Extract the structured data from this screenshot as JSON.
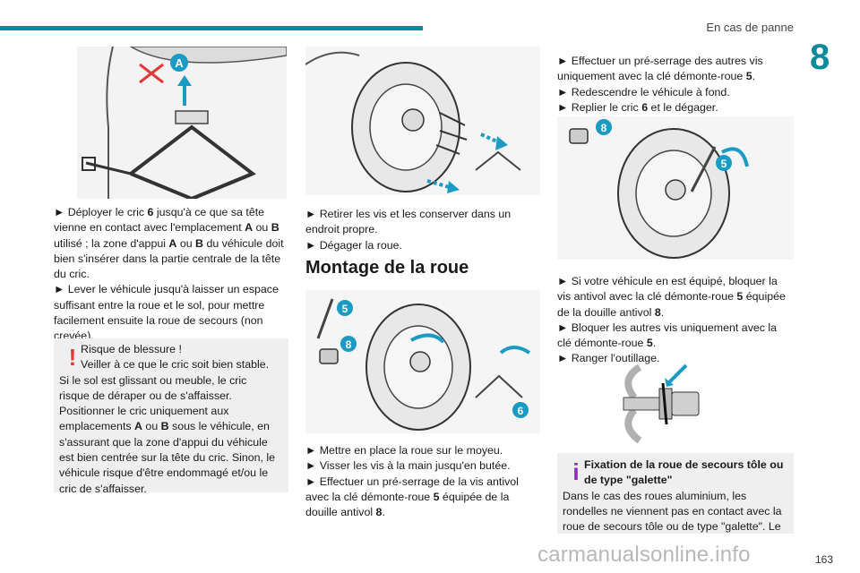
{
  "header": {
    "section": "En cas de panne",
    "chapter": "8"
  },
  "col1": {
    "paragraphs": [
      "► Déployer le cric |6| jusqu'à ce que sa tête vienne en contact avec l'emplacement |A| ou |B| utilisé ; la zone d'appui |A| ou |B| du véhicule doit bien s'insérer dans la partie centrale de la tête du cric.",
      "► Lever le véhicule jusqu'à laisser un espace suffisant entre la roue et le sol, pour mettre facilement ensuite la roue de secours (non crevée)."
    ],
    "warning": {
      "title": "Risque de blessure !",
      "text": "Veiller à ce que le cric soit bien stable. Si le sol est glissant ou meuble, le cric risque de déraper ou de s'affaisser.",
      "text2": "Positionner le cric uniquement aux emplacements |A| ou |B| sous le véhicule, en s'assurant que la zone d'appui du véhicule est bien centrée sur la tête du cric. Sinon, le véhicule risque d'être endommagé et/ou le cric de s'affaisser."
    }
  },
  "col2": {
    "paragraphs": [
      "► Retirer les vis et les conserver dans un endroit propre.",
      "► Dégager la roue."
    ],
    "section_title": "Montage de la roue",
    "paragraphs2": [
      "► Mettre en place la roue sur le moyeu.",
      "► Visser les vis à la main jusqu'en butée.",
      "► Effectuer un pré-serrage de la vis antivol avec la clé démonte-roue |5| équipée de la douille antivol |8|."
    ]
  },
  "col3": {
    "paragraphs": [
      "► Effectuer un pré-serrage des autres vis uniquement avec la clé démonte-roue |5|.",
      "► Redescendre le véhicule à fond.",
      "► Replier le cric |6| et le dégager."
    ],
    "paragraphs2": [
      "► Si votre véhicule en est équipé, bloquer la vis antivol avec la clé démonte-roue |5| équipée de la douille antivol |8|.",
      "► Bloquer les autres vis uniquement avec la clé démonte-roue |5|.",
      "► Ranger l'outillage."
    ],
    "info": {
      "title": "Fixation de la roue de secours tôle ou de type \"galette\"",
      "text": "Dans le cas des roues aluminium, les rondelles ne viennent pas en contact avec la roue de secours tôle ou de type \"galette\". Le"
    }
  },
  "labels": {
    "A": "A",
    "5": "5",
    "6": "6",
    "8": "8",
    "warning_mark": "!",
    "info_mark": "i"
  },
  "footer": {
    "page": "163",
    "watermark": "carmanualsonline.info"
  },
  "colors": {
    "accent": "#0b8a9c",
    "callout": "#1a9bc4",
    "warning": "#e23a3a",
    "info": "#8a2fb5"
  }
}
